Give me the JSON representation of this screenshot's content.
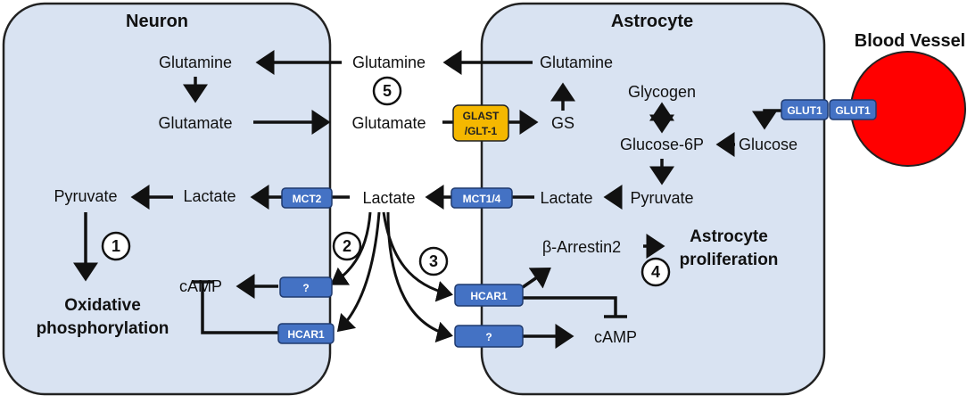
{
  "cells": {
    "neuron_title": "Neuron",
    "astrocyte_title": "Astrocyte",
    "vessel_title": "Blood Vessel"
  },
  "neuron": {
    "glutamine": "Glutamine",
    "glutamate": "Glutamate",
    "pyruvate": "Pyruvate",
    "lactate": "Lactate",
    "camp": "cAMP",
    "oxphos_line1": "Oxidative",
    "oxphos_line2": "phosphorylation"
  },
  "extracellular": {
    "glutamine": "Glutamine",
    "glutamate": "Glutamate",
    "lactate": "Lactate"
  },
  "astrocyte": {
    "glutamine": "Glutamine",
    "gs": "GS",
    "glycogen": "Glycogen",
    "glucose6p": "Glucose-6P",
    "glucose": "Glucose",
    "lactate": "Lactate",
    "pyruvate": "Pyruvate",
    "arrestin": "β-Arrestin2",
    "prolif_line1": "Astrocyte",
    "prolif_line2": "proliferation",
    "camp": "cAMP"
  },
  "transporters": {
    "mct2": "MCT2",
    "mct14": "MCT1/4",
    "glast_line1": "GLAST",
    "glast_line2": "/GLT-1",
    "glut1_a": "GLUT1",
    "glut1_b": "GLUT1",
    "neuron_unknown": "?",
    "neuron_hcar1": "HCAR1",
    "astro_hcar1": "HCAR1",
    "astro_unknown": "?"
  },
  "steps": {
    "s1": "1",
    "s2": "2",
    "s3": "3",
    "s4": "4",
    "s5": "5"
  },
  "colors": {
    "cell_fill": "#d9e3f2",
    "transporter": "#4472c4",
    "glast": "#f5b800",
    "vessel": "#ff0000"
  }
}
